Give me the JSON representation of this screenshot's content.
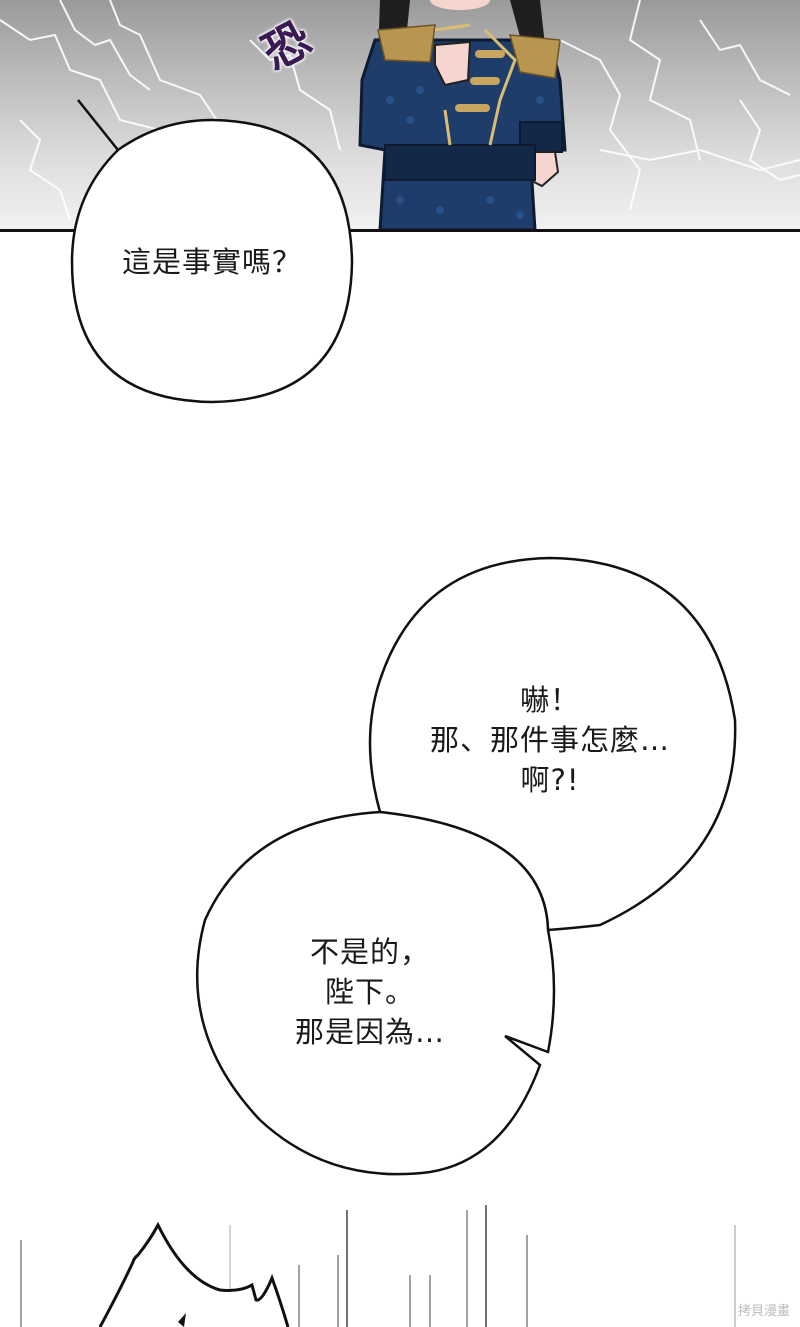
{
  "comic": {
    "panel_top": {
      "sfx": "恐",
      "background": "lightning-gray"
    },
    "bubbles": [
      {
        "id": "bubble-1",
        "lines": [
          "這是事實嗎？"
        ]
      },
      {
        "id": "bubble-2",
        "lines": [
          "嚇！",
          "那、那件事怎麼…",
          "啊?!"
        ]
      },
      {
        "id": "bubble-3",
        "lines": [
          "不是的，",
          "陛下。",
          "那是因為…"
        ]
      }
    ],
    "watermark": "拷貝漫畫"
  },
  "colors": {
    "uniform_blue": "#1f3d6b",
    "gold_trim": "#b8964f",
    "sfx_purple": "#3a1a52",
    "panel_border": "#111111"
  }
}
